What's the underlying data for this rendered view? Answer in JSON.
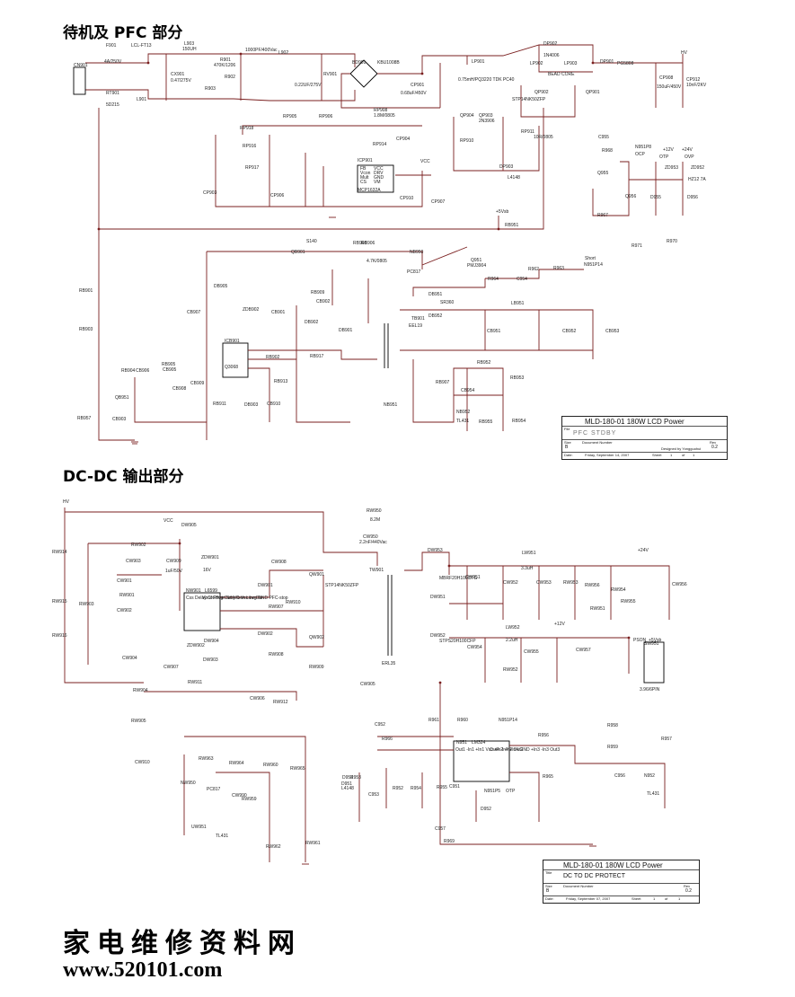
{
  "section1": {
    "title": "待机及 PFC 部分",
    "labels": [
      {
        "id": "fuse",
        "text": "F901"
      },
      {
        "id": "fuse_v",
        "text": "4A/250V"
      },
      {
        "id": "cn",
        "text": "CN901"
      },
      {
        "id": "lcl",
        "text": "LCL-FT13"
      },
      {
        "id": "l903",
        "text": "L903"
      },
      {
        "id": "l903v",
        "text": "150UH"
      },
      {
        "id": "rt",
        "text": "RT901"
      },
      {
        "id": "rtv",
        "text": "5D215"
      },
      {
        "id": "l901",
        "text": "L901"
      },
      {
        "id": "cx901",
        "text": "CX901"
      },
      {
        "id": "cx901v",
        "text": "0.47/275V"
      },
      {
        "id": "r901",
        "text": "R901"
      },
      {
        "id": "r902",
        "text": "R902"
      },
      {
        "id": "r903",
        "text": "R903"
      },
      {
        "id": "r901v",
        "text": "470K/1206"
      },
      {
        "id": "cy",
        "text": "1000PF/400Vac"
      },
      {
        "id": "l902",
        "text": "L902"
      },
      {
        "id": "cx902",
        "text": "0.22UF/275V"
      },
      {
        "id": "bd901",
        "text": "BD901"
      },
      {
        "id": "bd901v",
        "text": "KBU1008B"
      },
      {
        "id": "rv901",
        "text": "RV901"
      },
      {
        "id": "cp901",
        "text": "CP901"
      },
      {
        "id": "cp901v",
        "text": "0.68uF/450V"
      },
      {
        "id": "lp901",
        "text": "LP901"
      },
      {
        "id": "lp901v",
        "text": "0.75mH/PQ3220 TDK PC40"
      },
      {
        "id": "dp902",
        "text": "DP902"
      },
      {
        "id": "dp902v",
        "text": "1N4006"
      },
      {
        "id": "lp902",
        "text": "LP902"
      },
      {
        "id": "lp903",
        "text": "LP903"
      },
      {
        "id": "bead",
        "text": "BEAD CORE"
      },
      {
        "id": "dp901",
        "text": "DP901"
      },
      {
        "id": "dp901v",
        "text": "PG5808"
      },
      {
        "id": "cp908",
        "text": "CP908"
      },
      {
        "id": "cp908v",
        "text": "150uF/450V"
      },
      {
        "id": "cp912",
        "text": "CP912"
      },
      {
        "id": "cp912v",
        "text": "10nF/2KV"
      },
      {
        "id": "hv",
        "text": "HV"
      },
      {
        "id": "qp902",
        "text": "QP902"
      },
      {
        "id": "qp901",
        "text": "QP901"
      },
      {
        "id": "qp902v",
        "text": "STP14NK50ZFP"
      },
      {
        "id": "qp904",
        "text": "QP904"
      },
      {
        "id": "qp903",
        "text": "QP903"
      },
      {
        "id": "q2n",
        "text": "2N3906"
      },
      {
        "id": "rp910",
        "text": "RP910"
      },
      {
        "id": "rp911",
        "text": "RP911"
      },
      {
        "id": "rp911v",
        "text": "10R/0805"
      },
      {
        "id": "dp903",
        "text": "DP903"
      },
      {
        "id": "l4148",
        "text": "L4148"
      },
      {
        "id": "rp908",
        "text": "RP908"
      },
      {
        "id": "rp908v",
        "text": "1.8M/0805"
      },
      {
        "id": "rp905",
        "text": "RP905"
      },
      {
        "id": "rp906",
        "text": "RP906"
      },
      {
        "id": "rp914",
        "text": "RP914"
      },
      {
        "id": "cp904",
        "text": "CP904"
      },
      {
        "id": "rp916",
        "text": "RP916"
      },
      {
        "id": "rp917",
        "text": "RP917"
      },
      {
        "id": "rp918",
        "text": "RP918"
      },
      {
        "id": "icp",
        "text": "ICP901"
      },
      {
        "id": "icpv",
        "text": "MCP1632A"
      },
      {
        "id": "pins1",
        "text": "FB"
      },
      {
        "id": "pins2",
        "text": "Vcon"
      },
      {
        "id": "pins3",
        "text": "Mult"
      },
      {
        "id": "pins4",
        "text": "CS"
      },
      {
        "id": "pins5",
        "text": "VCC"
      },
      {
        "id": "pins6",
        "text": "DRV"
      },
      {
        "id": "pins7",
        "text": "GND"
      },
      {
        "id": "pins8",
        "text": "VM"
      },
      {
        "id": "cp903",
        "text": "CP903"
      },
      {
        "id": "cp906",
        "text": "CP906"
      },
      {
        "id": "cp907",
        "text": "CP907"
      },
      {
        "id": "cp910",
        "text": "CP910"
      },
      {
        "id": "vcc",
        "text": "VCC"
      },
      {
        "id": "d5vsb",
        "text": "+5Vsb"
      },
      {
        "id": "rb951",
        "text": "RB951"
      },
      {
        "id": "n951p8",
        "text": "N951P8"
      },
      {
        "id": "ocp",
        "text": "OCP"
      },
      {
        "id": "otp",
        "text": "OTP"
      },
      {
        "id": "ovp",
        "text": "OVP"
      },
      {
        "id": "p12",
        "text": "+12V"
      },
      {
        "id": "p24",
        "text": "+24V"
      },
      {
        "id": "zd952",
        "text": "ZD952"
      },
      {
        "id": "hz12",
        "text": "HZ12 7A"
      },
      {
        "id": "zd953",
        "text": "ZD953"
      },
      {
        "id": "q955",
        "text": "Q955"
      },
      {
        "id": "q956",
        "text": "Q956"
      },
      {
        "id": "d955",
        "text": "D955"
      },
      {
        "id": "d956",
        "text": "D956"
      },
      {
        "id": "r971",
        "text": "R971"
      },
      {
        "id": "r970",
        "text": "R970"
      },
      {
        "id": "c955",
        "text": "C955"
      },
      {
        "id": "r968",
        "text": "R968"
      },
      {
        "id": "r967",
        "text": "R967"
      },
      {
        "id": "rb906",
        "text": "RB906"
      },
      {
        "id": "rb906v",
        "text": "4.7K/0805"
      },
      {
        "id": "qb901",
        "text": "QB901"
      },
      {
        "id": "s140",
        "text": "S140"
      },
      {
        "id": "rb908",
        "text": "RB908"
      },
      {
        "id": "nb950",
        "text": "NB950"
      },
      {
        "id": "pc817",
        "text": "PC817"
      },
      {
        "id": "q951",
        "text": "Q951"
      },
      {
        "id": "pmj",
        "text": "PMJ3904"
      },
      {
        "id": "r962",
        "text": "R962"
      },
      {
        "id": "r963",
        "text": "R963"
      },
      {
        "id": "r964",
        "text": "R964"
      },
      {
        "id": "c954",
        "text": "C954"
      },
      {
        "id": "short",
        "text": "Short"
      },
      {
        "id": "n951p14",
        "text": "N951P14"
      },
      {
        "id": "db905",
        "text": "DB905"
      },
      {
        "id": "zdb902",
        "text": "ZDB902"
      },
      {
        "id": "cb907",
        "text": "CB907"
      },
      {
        "id": "cb901",
        "text": "CB901"
      },
      {
        "id": "rb909",
        "text": "RB909"
      },
      {
        "id": "cb902",
        "text": "CB902"
      },
      {
        "id": "db902",
        "text": "DB902"
      },
      {
        "id": "db901",
        "text": "DB901"
      },
      {
        "id": "db951",
        "text": "DB951"
      },
      {
        "id": "db952",
        "text": "DB952"
      },
      {
        "id": "sr360",
        "text": "SR360"
      },
      {
        "id": "tb901",
        "text": "TB901"
      },
      {
        "id": "eel19",
        "text": "EEL19"
      },
      {
        "id": "lb951",
        "text": "LB951"
      },
      {
        "id": "cb951",
        "text": "CB951"
      },
      {
        "id": "cb952",
        "text": "CB952"
      },
      {
        "id": "cb953",
        "text": "CB953"
      },
      {
        "id": "icb",
        "text": "ICB901"
      },
      {
        "id": "icbv",
        "text": "Q3068"
      },
      {
        "id": "rb902",
        "text": "RB902"
      },
      {
        "id": "rb917",
        "text": "RB917"
      },
      {
        "id": "rb913",
        "text": "RB913"
      },
      {
        "id": "rb911",
        "text": "RB911"
      },
      {
        "id": "rb905",
        "text": "RB905"
      },
      {
        "id": "rb904",
        "text": "RB904"
      },
      {
        "id": "cb905",
        "text": "CB905"
      },
      {
        "id": "cb906",
        "text": "CB906"
      },
      {
        "id": "cb908",
        "text": "CB908"
      },
      {
        "id": "cb909",
        "text": "CB909"
      },
      {
        "id": "cb910",
        "text": "CB910"
      },
      {
        "id": "db903",
        "text": "DB903"
      },
      {
        "id": "qb951",
        "text": "QB951"
      },
      {
        "id": "cb903",
        "text": "CB903"
      },
      {
        "id": "rb903",
        "text": "RB903"
      },
      {
        "id": "rb901",
        "text": "RB901"
      },
      {
        "id": "rb907",
        "text": "RB907"
      },
      {
        "id": "nb951",
        "text": "NB951"
      },
      {
        "id": "nb952",
        "text": "NB952"
      },
      {
        "id": "tl431",
        "text": "TL431"
      },
      {
        "id": "rb952",
        "text": "RB952"
      },
      {
        "id": "rb953",
        "text": "RB953"
      },
      {
        "id": "rb954",
        "text": "RB954"
      },
      {
        "id": "rb955",
        "text": "RB955"
      },
      {
        "id": "cb954",
        "text": "CB954"
      },
      {
        "id": "rb957",
        "text": "RB957"
      }
    ],
    "titleblock": {
      "title": "MLD-180-01 180W LCD Power",
      "file_label": "File",
      "file_value": "PFC  STDBY",
      "size_label": "Size",
      "size_value": "B",
      "doc_label": "Document Number",
      "rev_label": "Rev",
      "rev_value": "0.2",
      "designed": "Designed by Yongguohui",
      "date_label": "Date:",
      "date_value": "Friday, September 14, 2007",
      "sheet_label": "Sheet",
      "sheet_value": "1",
      "of_label": "of",
      "of_value": "1"
    }
  },
  "section2": {
    "title": "DC-DC 输出部分",
    "labels": [
      {
        "id": "hv2",
        "text": "HV"
      },
      {
        "id": "rw950",
        "text": "RW950"
      },
      {
        "id": "rw950v",
        "text": "8.2M"
      },
      {
        "id": "cw950",
        "text": "CW950"
      },
      {
        "id": "cw950v",
        "text": "2.2nF/440Vac"
      },
      {
        "id": "vcc2",
        "text": "VCC"
      },
      {
        "id": "dw905",
        "text": "DW905"
      },
      {
        "id": "zdw901",
        "text": "ZDW901"
      },
      {
        "id": "z16v",
        "text": "16V"
      },
      {
        "id": "cw909",
        "text": "CW909"
      },
      {
        "id": "cw909v",
        "text": "1uF/50V"
      },
      {
        "id": "rw902",
        "text": "RW902"
      },
      {
        "id": "rw914",
        "text": "RW914"
      },
      {
        "id": "rw915",
        "text": "RW915"
      },
      {
        "id": "rw916",
        "text": "RW916"
      },
      {
        "id": "rw903",
        "text": "RW903"
      },
      {
        "id": "cw903",
        "text": "CW903"
      },
      {
        "id": "cw901",
        "text": "CW901"
      },
      {
        "id": "rw901",
        "text": "RW901"
      },
      {
        "id": "cw902",
        "text": "CW902"
      },
      {
        "id": "nw901",
        "text": "NW901"
      },
      {
        "id": "l6599",
        "text": "L6599"
      },
      {
        "id": "icpins",
        "text": "Css Delay Cf Rfmin Stby Isen Line Dis"
      },
      {
        "id": "icpins2",
        "text": "Vboot Hvg Out NC Vcc Lvg GND PFC-stop"
      },
      {
        "id": "cw908",
        "text": "CW908"
      },
      {
        "id": "qw901",
        "text": "QW901"
      },
      {
        "id": "qw902",
        "text": "QW902"
      },
      {
        "id": "stp",
        "text": "STP14NK50ZFP"
      },
      {
        "id": "dw901",
        "text": "DW901"
      },
      {
        "id": "dw902",
        "text": "DW902"
      },
      {
        "id": "rw907",
        "text": "RW907"
      },
      {
        "id": "rw908",
        "text": "RW908"
      },
      {
        "id": "rw910",
        "text": "RW910"
      },
      {
        "id": "rw909",
        "text": "RW909"
      },
      {
        "id": "tw901",
        "text": "TW901"
      },
      {
        "id": "erl35",
        "text": "ERL35"
      },
      {
        "id": "dw953",
        "text": "DW953"
      },
      {
        "id": "dw951",
        "text": "DW951"
      },
      {
        "id": "dw952",
        "text": "DW952"
      },
      {
        "id": "mbrf",
        "text": "MBRF20H100CTG"
      },
      {
        "id": "stps",
        "text": "STPS20H100CFP"
      },
      {
        "id": "lw951",
        "text": "LW951"
      },
      {
        "id": "l33",
        "text": "3.3uH"
      },
      {
        "id": "lw952",
        "text": "LW952"
      },
      {
        "id": "l22",
        "text": "2.2uH"
      },
      {
        "id": "cw951",
        "text": "CW951"
      },
      {
        "id": "cw952",
        "text": "CW952"
      },
      {
        "id": "cw953",
        "text": "CW953"
      },
      {
        "id": "cw954",
        "text": "CW954"
      },
      {
        "id": "cw955",
        "text": "CW955"
      },
      {
        "id": "cw956",
        "text": "CW956"
      },
      {
        "id": "cw957",
        "text": "CW957"
      },
      {
        "id": "rw956",
        "text": "RW956"
      },
      {
        "id": "rw955",
        "text": "RW955"
      },
      {
        "id": "rw954",
        "text": "RW954"
      },
      {
        "id": "rw953",
        "text": "RW953"
      },
      {
        "id": "rw951",
        "text": "RW951"
      },
      {
        "id": "rw952",
        "text": "RW952"
      },
      {
        "id": "p24b",
        "text": "+24V"
      },
      {
        "id": "p12b",
        "text": "+12V"
      },
      {
        "id": "sw951",
        "text": "SW951"
      },
      {
        "id": "sw951v",
        "text": "3.96/6PIN"
      },
      {
        "id": "pson",
        "text": "PSON"
      },
      {
        "id": "p5vsb",
        "text": "+5Vsb"
      },
      {
        "id": "cw904",
        "text": "CW904"
      },
      {
        "id": "cw907",
        "text": "CW907"
      },
      {
        "id": "dw904",
        "text": "DW904"
      },
      {
        "id": "dw903",
        "text": "DW903"
      },
      {
        "id": "zdw902",
        "text": "ZDW902"
      },
      {
        "id": "rw911",
        "text": "RW911"
      },
      {
        "id": "rw912",
        "text": "RW912"
      },
      {
        "id": "cw906",
        "text": "CW906"
      },
      {
        "id": "cw905",
        "text": "CW905"
      },
      {
        "id": "rw904",
        "text": "RW904"
      },
      {
        "id": "rw905",
        "text": "RW905"
      },
      {
        "id": "cw910",
        "text": "CW910"
      },
      {
        "id": "rw963",
        "text": "RW963"
      },
      {
        "id": "rw964",
        "text": "RW964"
      },
      {
        "id": "pc817b",
        "text": "PC817"
      },
      {
        "id": "nw950",
        "text": "NW950"
      },
      {
        "id": "cw990",
        "text": "CW990"
      },
      {
        "id": "rw959",
        "text": "RW959"
      },
      {
        "id": "rw960",
        "text": "RW960"
      },
      {
        "id": "rw961",
        "text": "RW961"
      },
      {
        "id": "rw962",
        "text": "RW962"
      },
      {
        "id": "rw965",
        "text": "RW965"
      },
      {
        "id": "uw951",
        "text": "UW951"
      },
      {
        "id": "tl431b",
        "text": "TL431"
      },
      {
        "id": "n951",
        "text": "N951"
      },
      {
        "id": "lm324",
        "text": "LM324"
      },
      {
        "id": "opins",
        "text": "Out1 -In1 +In1 Vcc +In2 -In2 Out2"
      },
      {
        "id": "opins2",
        "text": "Out4 -In4 +In4 GND +In3 -In3 Out3"
      },
      {
        "id": "r961",
        "text": "R961"
      },
      {
        "id": "r960",
        "text": "R960"
      },
      {
        "id": "r966",
        "text": "R966"
      },
      {
        "id": "c952",
        "text": "C952"
      },
      {
        "id": "r952",
        "text": "R952"
      },
      {
        "id": "r954",
        "text": "R954"
      },
      {
        "id": "r955",
        "text": "R955"
      },
      {
        "id": "c951",
        "text": "C951"
      },
      {
        "id": "d953",
        "text": "D953"
      },
      {
        "id": "c953",
        "text": "C953"
      },
      {
        "id": "d952",
        "text": "D952"
      },
      {
        "id": "c957",
        "text": "C957"
      },
      {
        "id": "r969",
        "text": "R969"
      },
      {
        "id": "n951p5",
        "text": "N951P5"
      },
      {
        "id": "otp2",
        "text": "OTP"
      },
      {
        "id": "n951p14b",
        "text": "N951P14"
      },
      {
        "id": "r957",
        "text": "R957"
      },
      {
        "id": "r958",
        "text": "R958"
      },
      {
        "id": "r959",
        "text": "R959"
      },
      {
        "id": "r965",
        "text": "R965"
      },
      {
        "id": "r956",
        "text": "R956"
      },
      {
        "id": "c956",
        "text": "C956"
      },
      {
        "id": "n952",
        "text": "N952"
      },
      {
        "id": "tl431c",
        "text": "TL431"
      },
      {
        "id": "r953",
        "text": "R953"
      },
      {
        "id": "d951",
        "text": "D951"
      },
      {
        "id": "l4148b",
        "text": "L4148"
      }
    ],
    "titleblock": {
      "title": "MLD-180-01 180W LCD Power",
      "file_label": "Title",
      "file_value": "DC TO DC   PROTECT",
      "size_label": "Size",
      "size_value": "B",
      "doc_label": "Document Number",
      "rev_label": "Rev",
      "rev_value": "0.2",
      "date_label": "Date:",
      "date_value": "Friday, September 07, 2007",
      "sheet_label": "Sheet",
      "sheet_value": "1",
      "of_label": "of",
      "of_value": "1"
    }
  },
  "footer": {
    "chinese": "家电维修资料网",
    "url": "www.520101.com"
  }
}
